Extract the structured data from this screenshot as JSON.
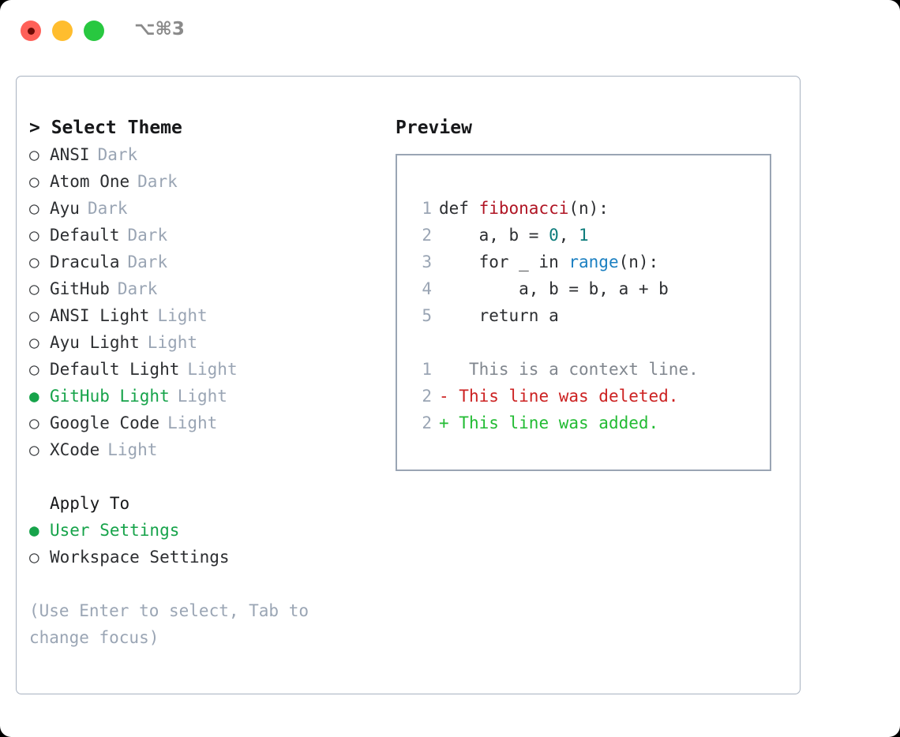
{
  "window": {
    "title_shortcut": "⌥⌘3",
    "traffic_lights": [
      {
        "name": "close",
        "color": "#ff6058"
      },
      {
        "name": "minimize",
        "color": "#ffbd2e"
      },
      {
        "name": "zoom",
        "color": "#28c840"
      }
    ]
  },
  "theme_section": {
    "header": "> Select Theme",
    "bullet_unselected": "○",
    "bullet_selected": "●",
    "selected_color": "#16a34a",
    "items": [
      {
        "label": "ANSI",
        "tag": "Dark",
        "selected": false
      },
      {
        "label": "Atom One",
        "tag": "Dark",
        "selected": false
      },
      {
        "label": "Ayu",
        "tag": "Dark",
        "selected": false
      },
      {
        "label": "Default",
        "tag": "Dark",
        "selected": false
      },
      {
        "label": "Dracula",
        "tag": "Dark",
        "selected": false
      },
      {
        "label": "GitHub",
        "tag": "Dark",
        "selected": false
      },
      {
        "label": "ANSI Light",
        "tag": "Light",
        "selected": false
      },
      {
        "label": "Ayu Light",
        "tag": "Light",
        "selected": false
      },
      {
        "label": "Default Light",
        "tag": "Light",
        "selected": false
      },
      {
        "label": "GitHub Light",
        "tag": "Light",
        "selected": true
      },
      {
        "label": "Google Code",
        "tag": "Light",
        "selected": false
      },
      {
        "label": "XCode",
        "tag": "Light",
        "selected": false
      }
    ]
  },
  "apply_to_section": {
    "header": "Apply To",
    "items": [
      {
        "label": "User Settings",
        "selected": true
      },
      {
        "label": "Workspace Settings",
        "selected": false
      }
    ]
  },
  "hint": "(Use Enter to select, Tab to change focus)",
  "preview": {
    "title": "Preview",
    "code_lines": [
      {
        "no": "1",
        "tokens": [
          {
            "t": "def ",
            "cls": "tok-plain"
          },
          {
            "t": "fibonacci",
            "cls": "tok-fn"
          },
          {
            "t": "(n):",
            "cls": "tok-plain"
          }
        ]
      },
      {
        "no": "2",
        "tokens": [
          {
            "t": "    a, b = ",
            "cls": "tok-plain"
          },
          {
            "t": "0",
            "cls": "tok-num"
          },
          {
            "t": ", ",
            "cls": "tok-plain"
          },
          {
            "t": "1",
            "cls": "tok-num"
          }
        ]
      },
      {
        "no": "3",
        "tokens": [
          {
            "t": "    for _ in ",
            "cls": "tok-plain"
          },
          {
            "t": "range",
            "cls": "tok-builtin"
          },
          {
            "t": "(n):",
            "cls": "tok-plain"
          }
        ]
      },
      {
        "no": "4",
        "tokens": [
          {
            "t": "        a, b = b, a + b",
            "cls": "tok-plain"
          }
        ]
      },
      {
        "no": "5",
        "tokens": [
          {
            "t": "    return a",
            "cls": "tok-plain"
          }
        ]
      }
    ],
    "diff_lines": [
      {
        "no": "1",
        "marker": " ",
        "text": "  This is a context line.",
        "kind": "diff-ctx"
      },
      {
        "no": "2",
        "marker": "-",
        "text": " This line was deleted.",
        "kind": "diff-del"
      },
      {
        "no": "2",
        "marker": "+",
        "text": " This line was added.",
        "kind": "diff-add"
      }
    ]
  }
}
